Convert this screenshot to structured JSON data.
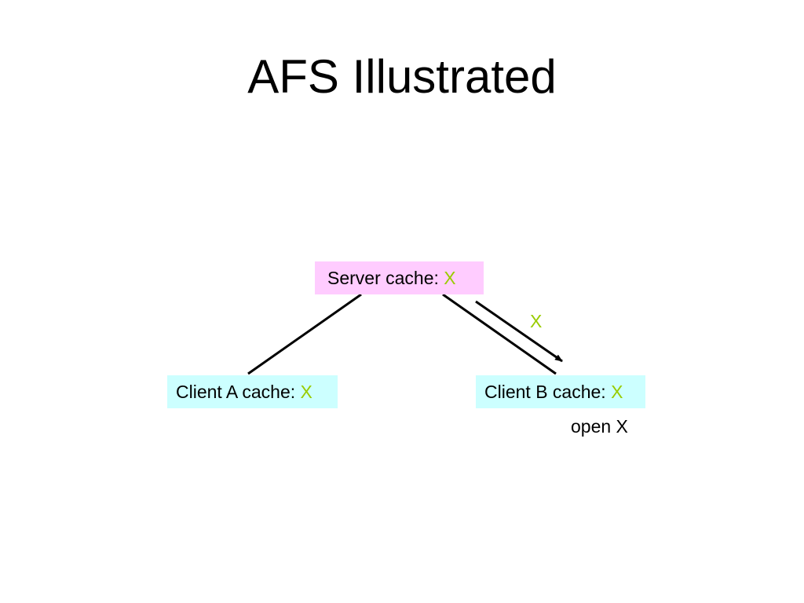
{
  "title": "AFS Illustrated",
  "colors": {
    "server_fill": "#ffccff",
    "client_fill": "#ccffff",
    "file_highlight": "#99cc00",
    "line": "#000000"
  },
  "server": {
    "label": "Server cache: ",
    "file": "X"
  },
  "client_a": {
    "label": "Client A cache: ",
    "file": "X"
  },
  "client_b": {
    "label": "Client B cache: ",
    "file": "X"
  },
  "transfer": {
    "file": "X"
  },
  "action": {
    "label": "open X"
  }
}
